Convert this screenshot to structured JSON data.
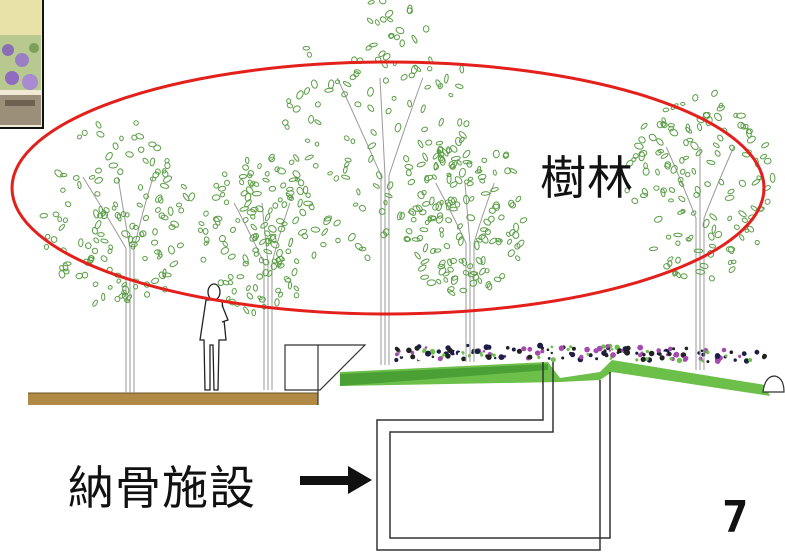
{
  "labels": {
    "forest": "樹林",
    "ossuary": "納骨施設",
    "page_number": "7"
  },
  "colors": {
    "highlight_ellipse": "#e3201b",
    "tree_foliage": "#5a9e45",
    "tree_trunk": "#9a9a9a",
    "ground_soil": "#b08a45",
    "grass_slope": "#6cc04a",
    "flower_dark": "#1d1d4a",
    "flower_purple": "#a64ab0",
    "outline": "#333333"
  },
  "icons": {
    "arrow": "right-arrow-icon",
    "person": "person-silhouette-icon",
    "thumbnail": "garden-photo-thumbnail"
  }
}
